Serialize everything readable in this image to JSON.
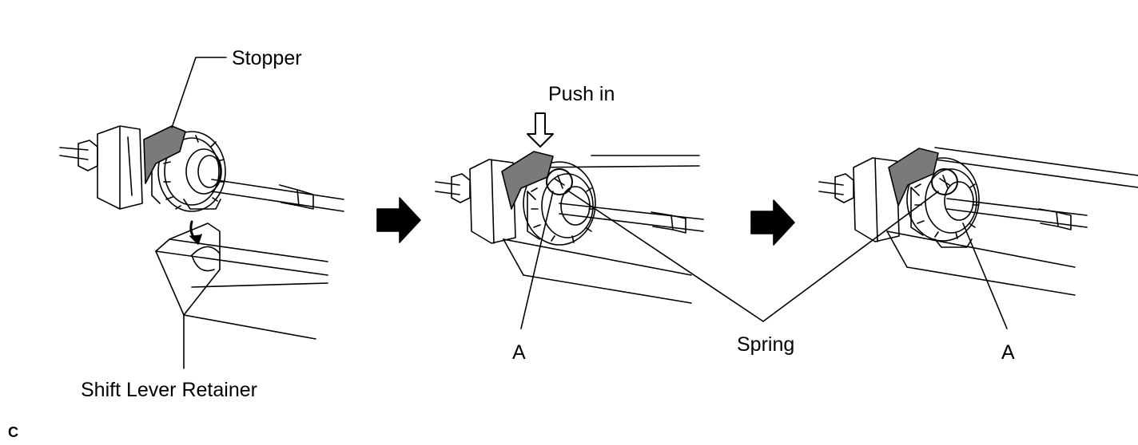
{
  "labels": {
    "stopper": "Stopper",
    "shift_lever_retainer": "Shift Lever Retainer",
    "push_in": "Push in",
    "a_left": "A",
    "spring": "Spring",
    "a_right": "A",
    "figure_code": "C"
  },
  "colors": {
    "line": "#000000",
    "stopper_fill": "#7a7a7a",
    "background": "#ffffff"
  }
}
